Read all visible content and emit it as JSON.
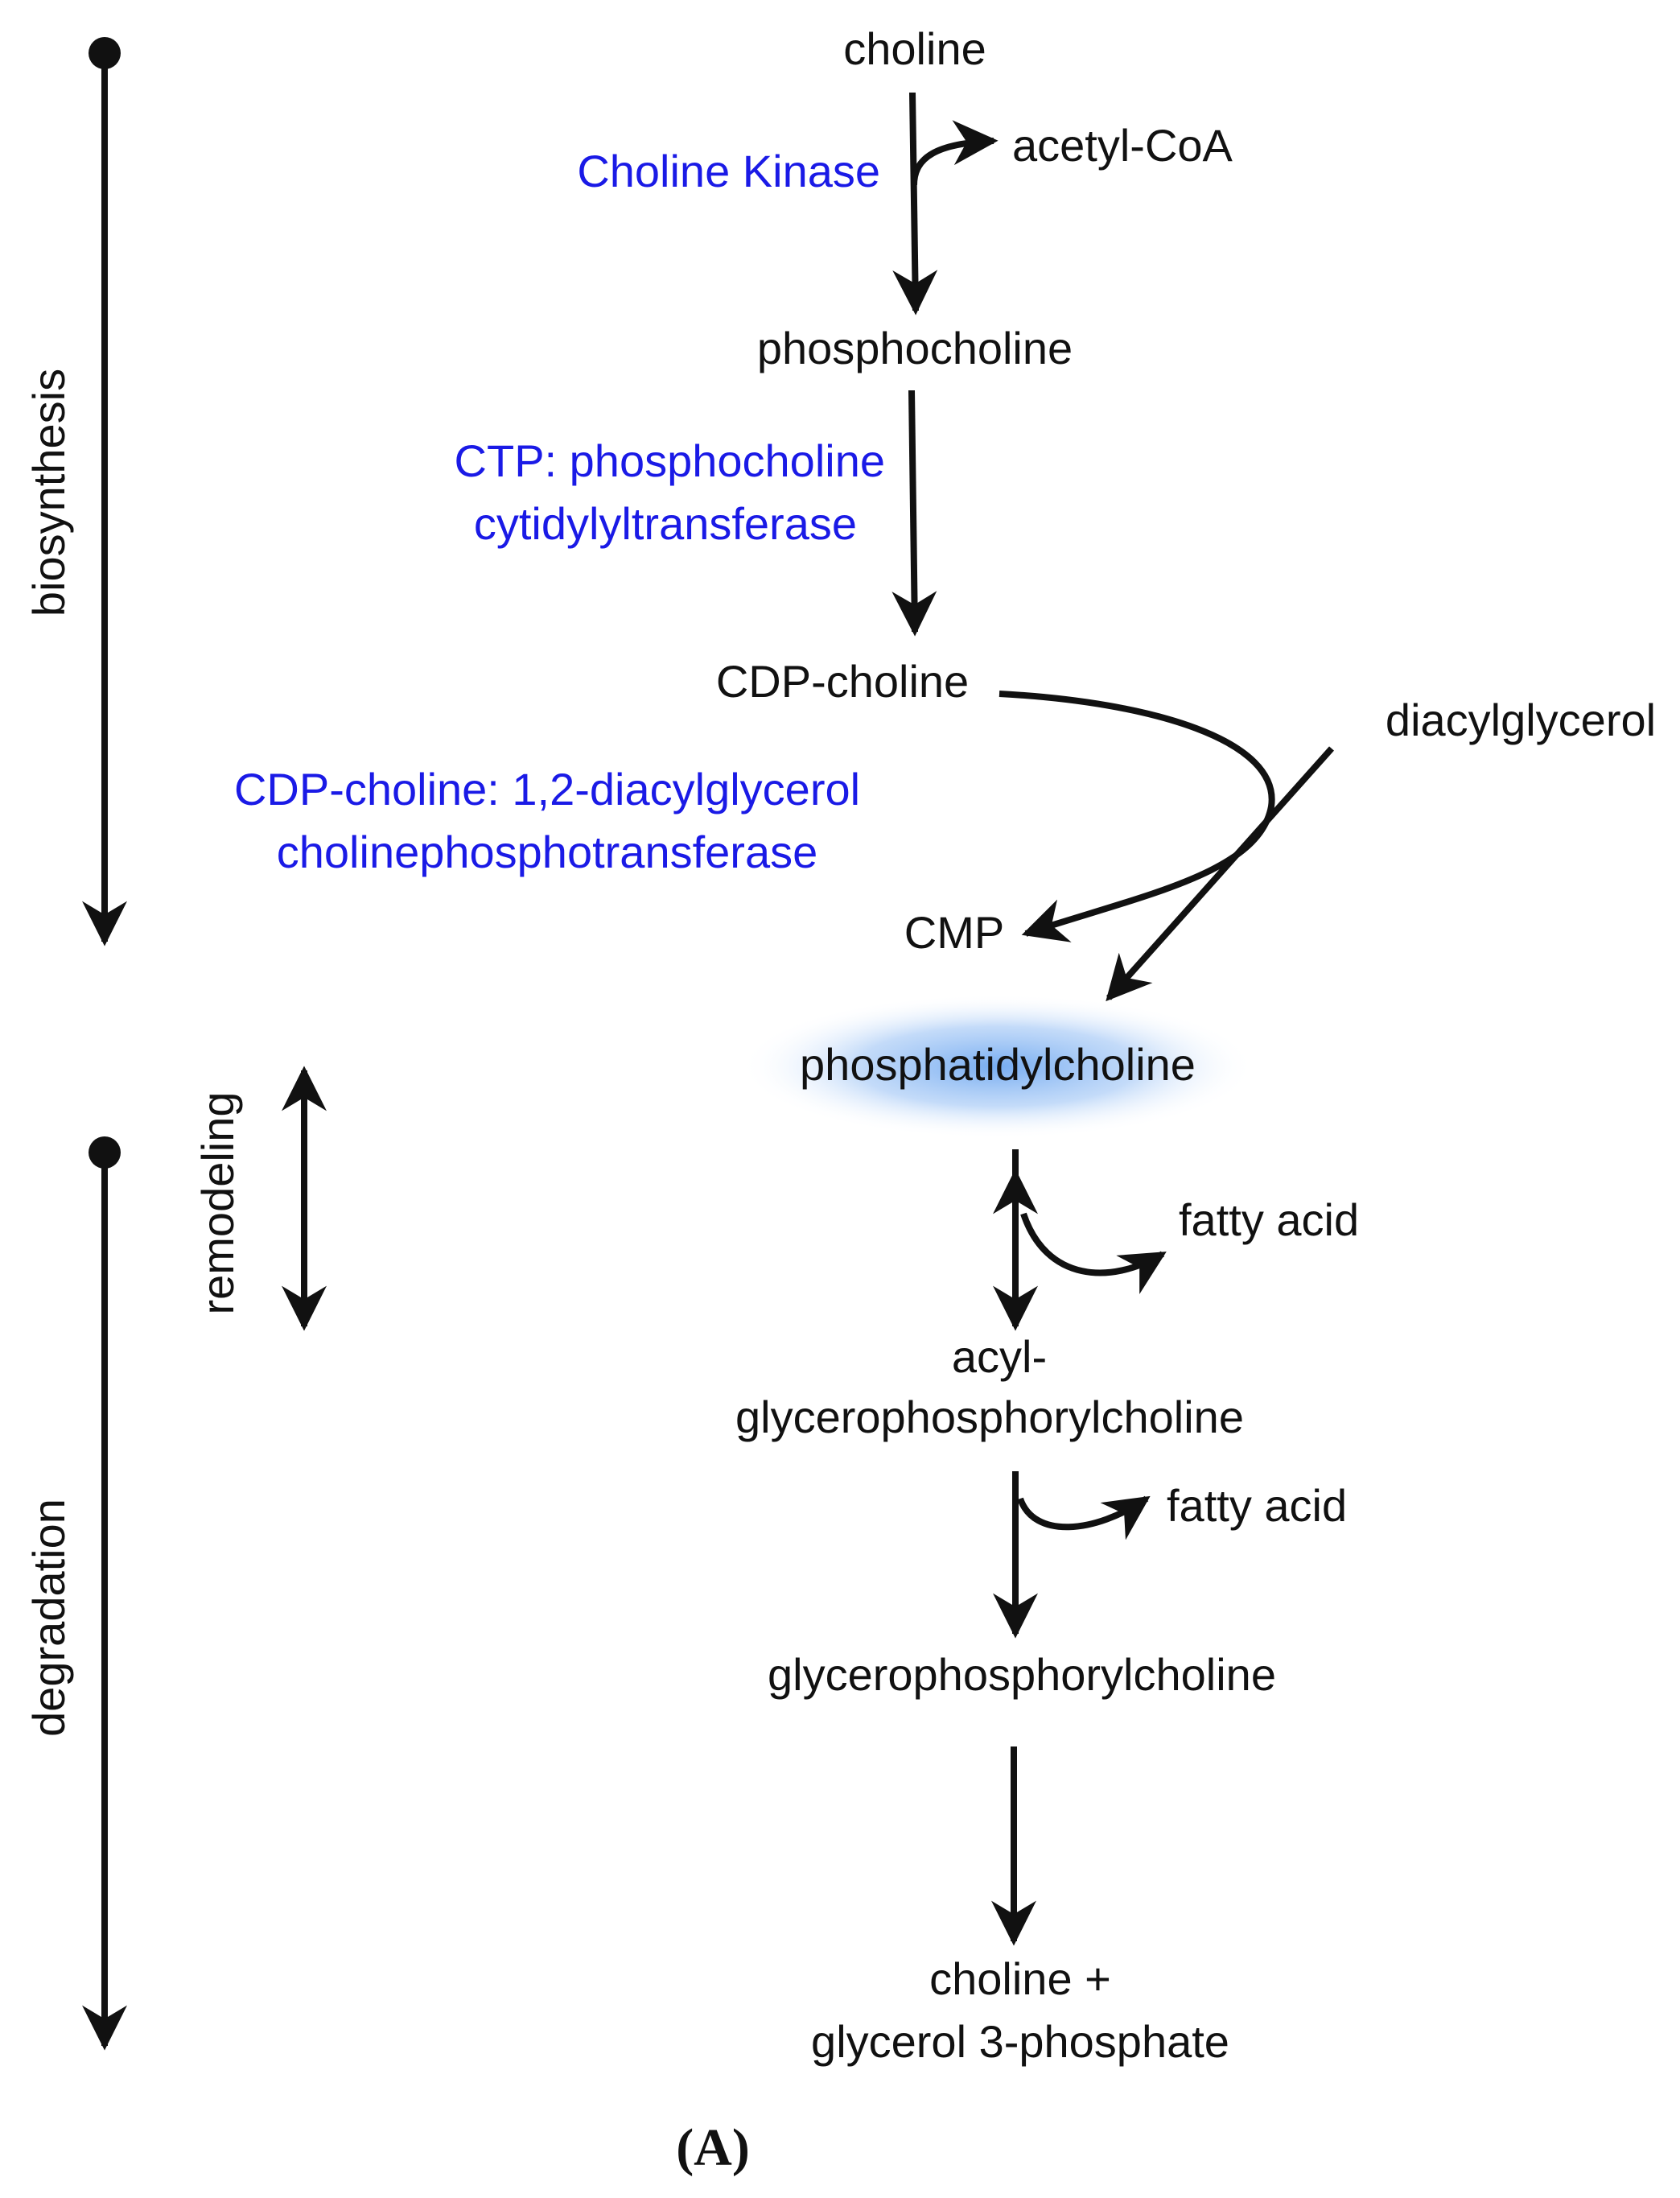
{
  "phases": {
    "biosynthesis": "biosynthesis",
    "remodeling": "remodeling",
    "degradation": "degradation"
  },
  "metabolites": {
    "choline": "choline",
    "acetyl_coa": "acetyl-CoA",
    "phosphocholine": "phosphocholine",
    "cdp_choline": "CDP-choline",
    "diacylglycerol": "diacylglycerol",
    "cmp": "CMP",
    "phosphatidylcholine": "phosphatidylcholine",
    "fatty_acid_1": "fatty acid",
    "acyl_gpc_line1": "acyl-",
    "acyl_gpc_line2": "glycerophosphorylcholine",
    "fatty_acid_2": "fatty acid",
    "glycerophosphorylcholine": "glycerophosphorylcholine",
    "products_line1": "choline +",
    "products_line2": "glycerol 3-phosphate"
  },
  "enzymes": {
    "choline_kinase": "Choline Kinase",
    "cct_line1": "CTP: phosphocholine",
    "cct_line2": "cytidylyltransferase",
    "cpt_line1": "CDP-choline: 1,2-diacylglycerol",
    "cpt_line2": "cholinephosphotransferase"
  },
  "panel_label": "(A)",
  "colors": {
    "enzyme_text": "#1a1ae6",
    "highlight_glow": "#6fa8f0",
    "text": "#111111"
  }
}
